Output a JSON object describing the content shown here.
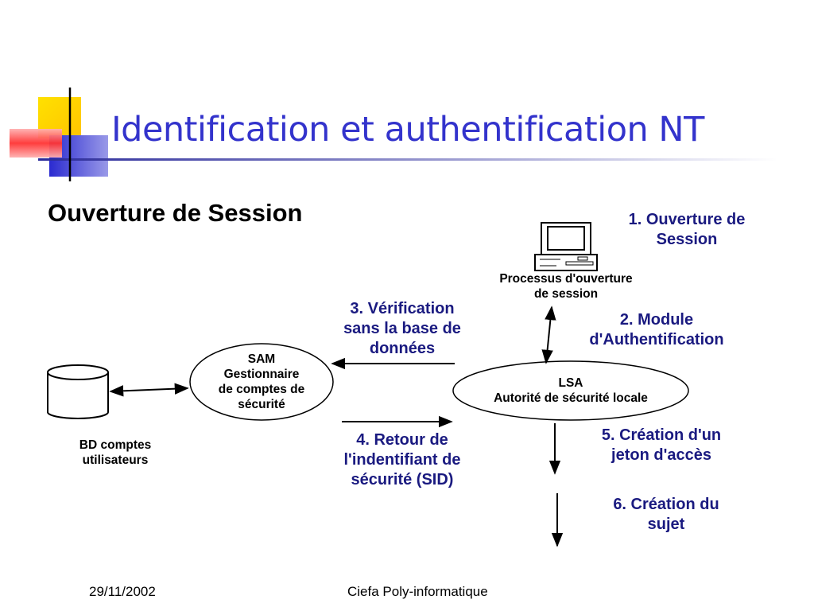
{
  "slide": {
    "title": "Identification et authentification NT",
    "subtitle": "Ouverture de Session"
  },
  "diagram": {
    "workstation": {
      "caption_line1": "Processus d'ouverture",
      "caption_line2": "de session",
      "icon": "computer-icon"
    },
    "database": {
      "label_line1": "BD comptes",
      "label_line2": "utilisateurs",
      "icon": "database-cylinder-icon"
    },
    "sam": {
      "line1": "SAM",
      "line2": "Gestionnaire",
      "line3": "de comptes de",
      "line4": "sécurité"
    },
    "lsa": {
      "line1": "LSA",
      "line2": "Autorité de sécurité locale"
    },
    "steps": [
      {
        "line1": "1. Ouverture de",
        "line2": "Session"
      },
      {
        "line1": "2. Module",
        "line2": "d'Authentification"
      },
      {
        "line1": "3. Vérification",
        "line2": "sans la base de",
        "line3": "données"
      },
      {
        "line1": "4. Retour de",
        "line2": "l'indentifiant de",
        "line3": "sécurité (SID)"
      },
      {
        "line1": "5. Création d'un",
        "line2": "jeton d'accès"
      },
      {
        "line1": "6. Création du",
        "line2": "sujet"
      }
    ]
  },
  "footer": {
    "date": "29/11/2002",
    "center": "Ciefa Poly-informatique"
  },
  "colors": {
    "title": "#3333cc",
    "steps": "#1a1a80",
    "logo_yellow": "#ffcc00",
    "logo_red": "#ff4444",
    "logo_blue": "#3333cc"
  }
}
